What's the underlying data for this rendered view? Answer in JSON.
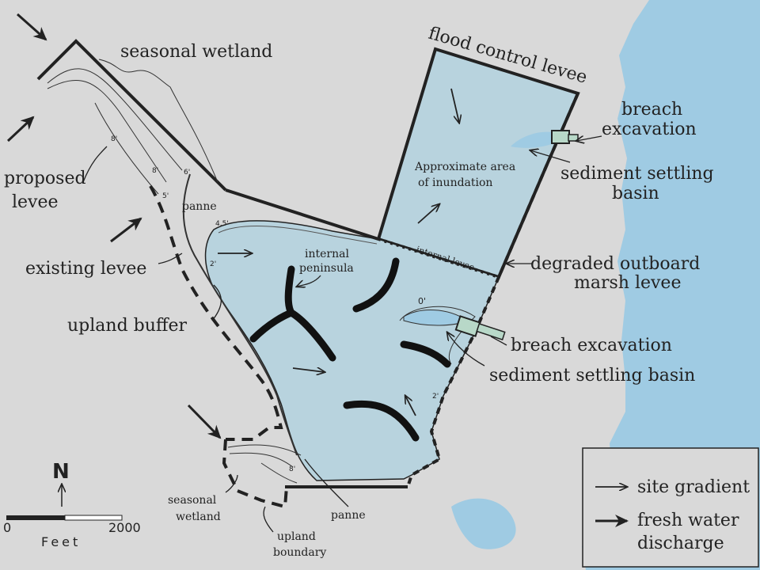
{
  "colors": {
    "land": "#d9d9d9",
    "water": "#9fcbe3",
    "inundation": "#b8d3de",
    "line": "#222222"
  },
  "labels": {
    "seasonal_wetland_top": "seasonal wetland",
    "flood_control_levee": "flood control levee",
    "breach_excavation_top_1": "breach",
    "breach_excavation_top_2": "excavation",
    "proposed_levee_1": "proposed",
    "proposed_levee_2": "levee",
    "panne_top": "panne",
    "approx_area_1": "Approximate area",
    "approx_area_2": "of inundation",
    "sediment_basin_top_1": "sediment settling",
    "sediment_basin_top_2": "basin",
    "existing_levee": "existing levee",
    "internal_levee": "internal levee",
    "degraded_levee_1": "degraded outboard",
    "degraded_levee_2": "marsh levee",
    "internal_peninsula_1": "internal",
    "internal_peninsula_2": "peninsula",
    "upland_buffer": "upland buffer",
    "breach_excavation_mid": "breach excavation",
    "sediment_basin_mid": "sediment settling basin",
    "seasonal_wetland_bottom_1": "seasonal",
    "seasonal_wetland_bottom_2": "wetland",
    "panne_bottom": "panne",
    "upland_boundary_1": "upland",
    "upland_boundary_2": "boundary",
    "contour_zero": "0'"
  },
  "north": {
    "letter": "N"
  },
  "scale": {
    "start": "0",
    "end": "2000",
    "unit": "Feet"
  },
  "legend": {
    "site_gradient": "site gradient",
    "fresh_water_1": "fresh water",
    "fresh_water_2": "discharge"
  },
  "icons": [
    "north-arrow-icon",
    "site-gradient-arrow-icon",
    "fresh-water-discharge-arrow-icon"
  ]
}
